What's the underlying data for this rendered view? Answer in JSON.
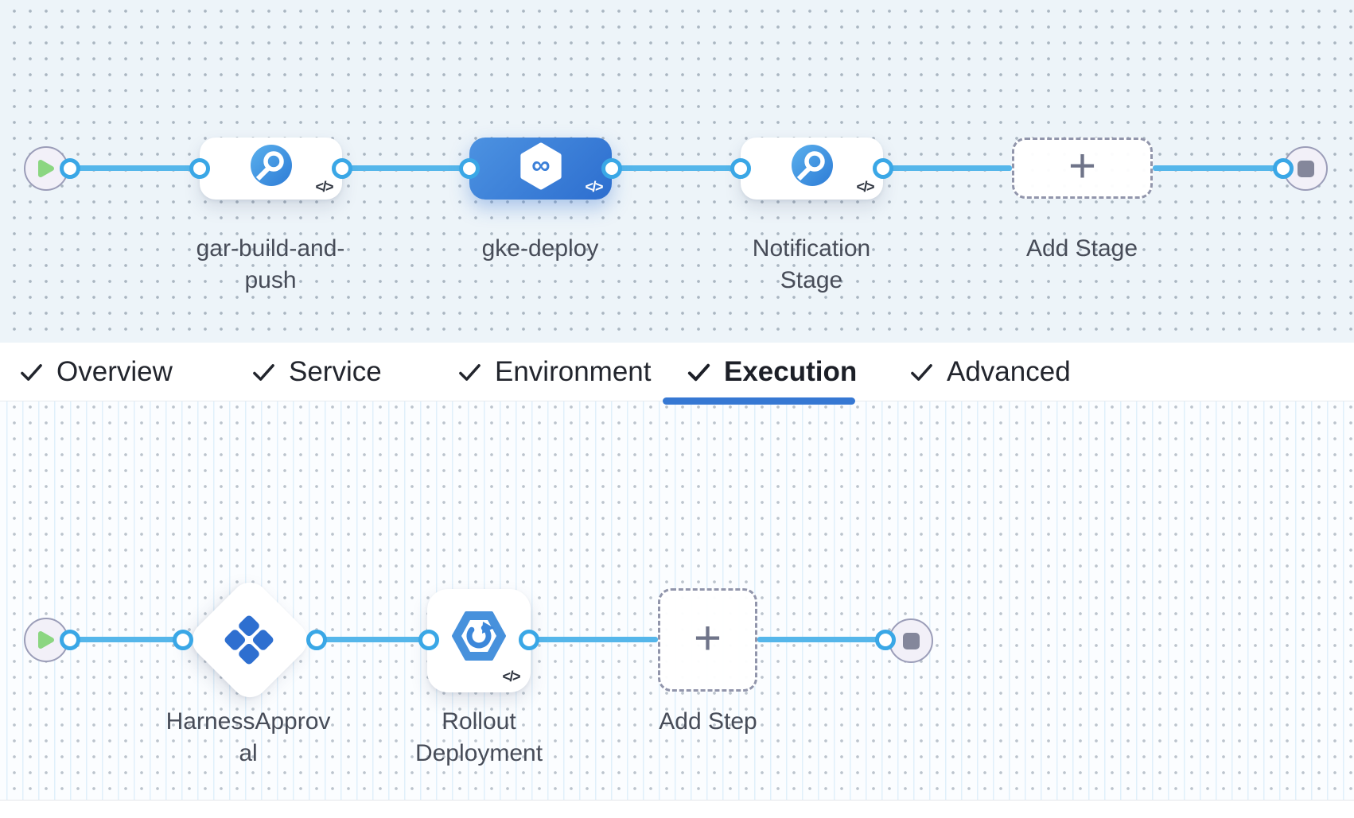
{
  "pipeline": {
    "stages": [
      {
        "label": "gar-build-and-push",
        "icon": "ci-stage-icon",
        "selected": false,
        "code_badge": "</>"
      },
      {
        "label": "gke-deploy",
        "icon": "deploy-stage-icon",
        "selected": true,
        "code_badge": "</>"
      },
      {
        "label": "Notification Stage",
        "icon": "custom-stage-icon",
        "selected": false,
        "code_badge": "</>"
      }
    ],
    "add_stage_label": "Add Stage"
  },
  "tabs": [
    {
      "label": "Overview",
      "checked": true,
      "active": false
    },
    {
      "label": "Service",
      "checked": true,
      "active": false
    },
    {
      "label": "Environment",
      "checked": true,
      "active": false
    },
    {
      "label": "Execution",
      "checked": true,
      "active": true
    },
    {
      "label": "Advanced",
      "checked": true,
      "active": false
    }
  ],
  "execution": {
    "steps": [
      {
        "label": "HarnessApproval",
        "shape": "diamond",
        "icon": "approval-step-icon"
      },
      {
        "label": "Rollout Deployment",
        "shape": "card",
        "icon": "rollout-step-icon",
        "code_badge": "</>"
      }
    ],
    "add_step_label": "Add Step"
  },
  "colors": {
    "accent_blue": "#3678d3",
    "connector_blue": "#55b6ea",
    "selected_stage_gradient_start": "#4c92e1",
    "selected_stage_gradient_end": "#2d6ecf",
    "canvas_top_bg": "#edf4f9",
    "canvas_bottom_bg": "#fbfdff",
    "play_green": "#8bd681",
    "node_gray": "#84879b"
  }
}
